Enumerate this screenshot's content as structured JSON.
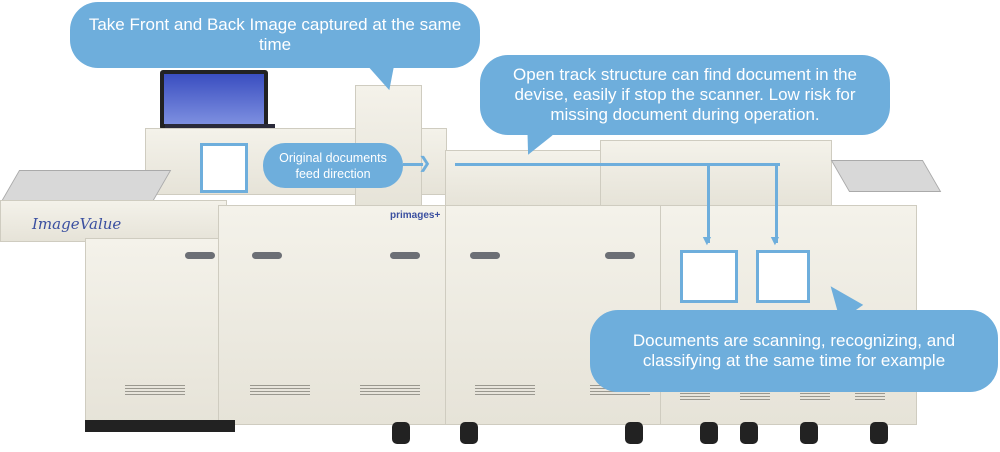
{
  "callouts": {
    "front_back": "Take Front and Back Image captured at the same time",
    "open_track": "Open track structure can find document in the devise, easily if stop the scanner. Low risk for missing document during operation.",
    "feed_direction": "Original documents feed direction",
    "classifying": "Documents are scanning, recognizing, and classifying at the same time for example"
  },
  "logos": {
    "brand": "ImageValue",
    "model": "primages+"
  },
  "colors": {
    "callout": "#6eaedc",
    "logo": "#3a4fa0"
  }
}
